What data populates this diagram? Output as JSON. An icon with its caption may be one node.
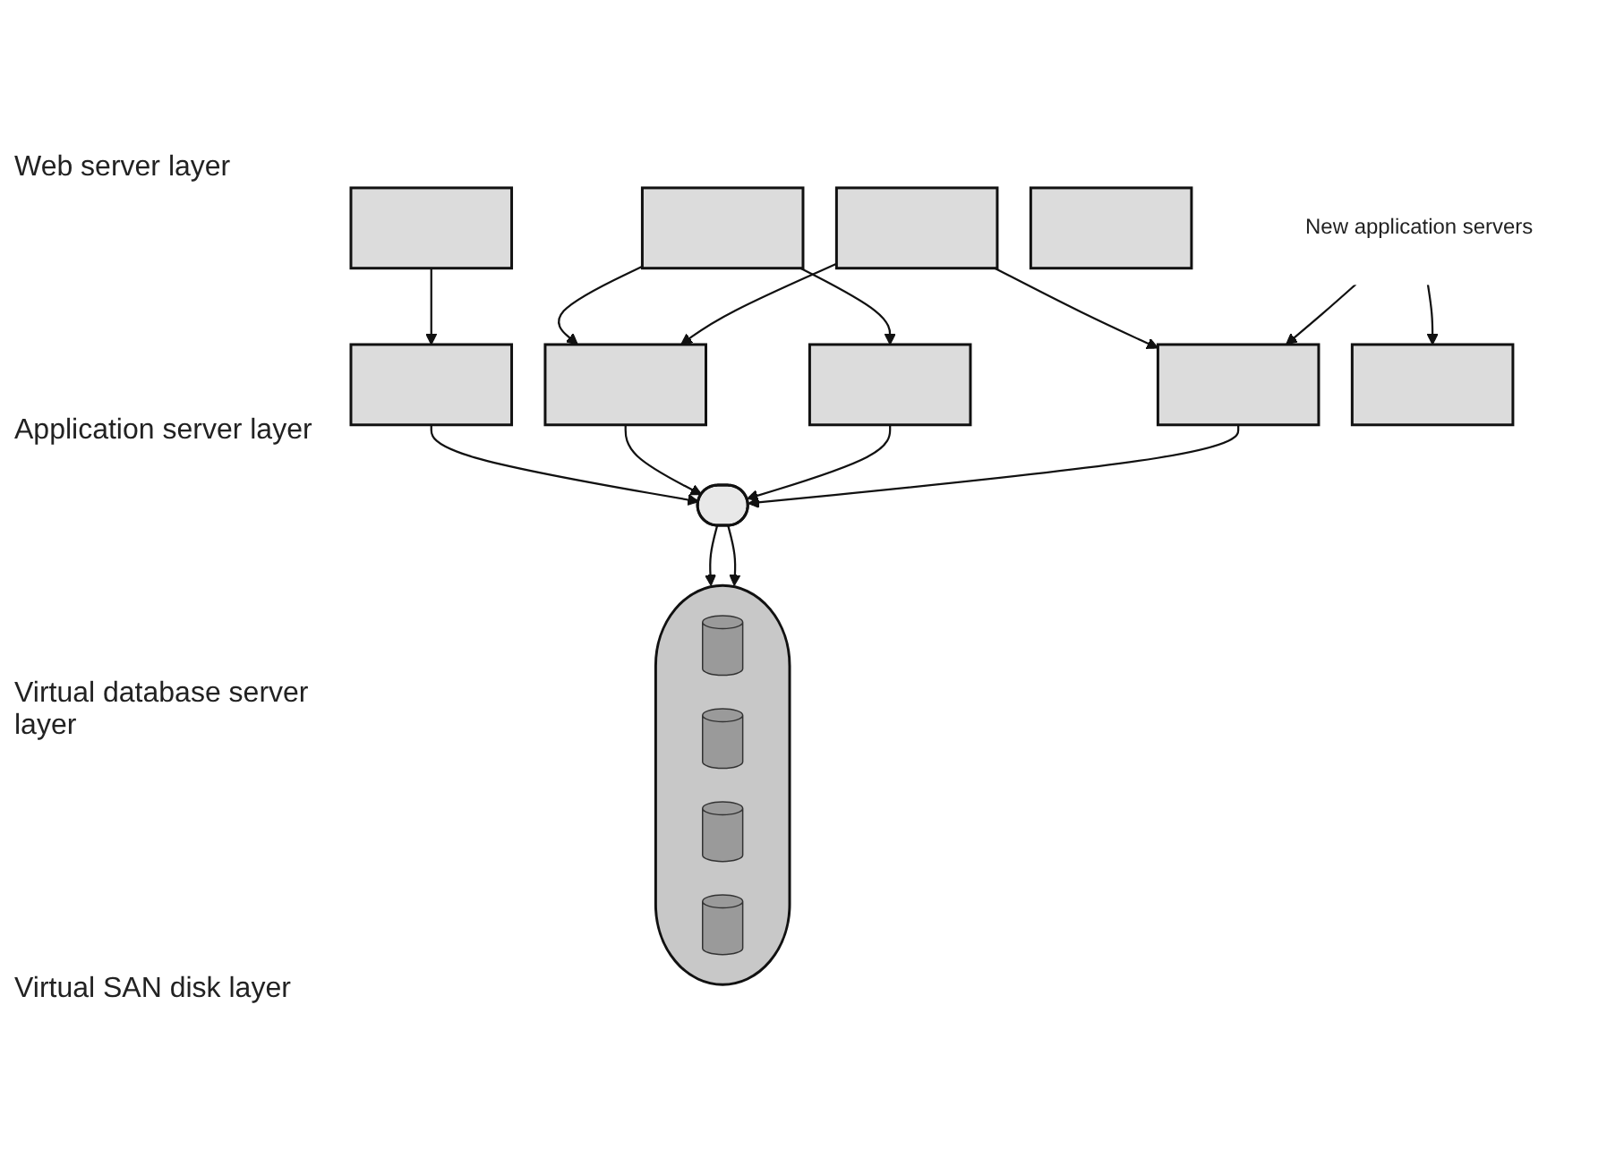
{
  "diagram": {
    "nodes": [
      {
        "text": [],
        "shape": "box"
      },
      {
        "text": [],
        "shape": "box"
      },
      {
        "text": [],
        "shape": "box"
      },
      {
        "text": [],
        "shape": "box"
      },
      {
        "text": [
          "New application servers"
        ]
      },
      {
        "text": [],
        "shape": "box"
      },
      {
        "text": [],
        "shape": "box"
      },
      {
        "text": [],
        "shape": "box"
      },
      {
        "text": [],
        "shape": "box"
      },
      {
        "text": [],
        "shape": "box"
      },
      {
        "text": [],
        "shape": "ellipse"
      },
      {
        "text": [],
        "shape": "ellipse"
      },
      {
        "text": [],
        "shape": "cylinder",
        "in": 11
      },
      {
        "text": [],
        "shape": "cylinder",
        "in": 11
      },
      {
        "text": [],
        "shape": "cylinder",
        "in": 11
      },
      {
        "text": [],
        "shape": "cylinder",
        "in": 11
      }
    ],
    "edges": [
      {
        "from": 0,
        "to": 5,
        "arrow": "to"
      },
      {
        "from": 1,
        "to": 6,
        "arrow": "to"
      },
      {
        "from": 1,
        "to": 7,
        "arrow": "to"
      },
      {
        "from": 2,
        "to": 6,
        "arrow": "to"
      },
      {
        "from": 2,
        "to": 8,
        "arrow": "to"
      },
      {
        "from": 4,
        "to": 8,
        "arrow": "to"
      },
      {
        "from": 4,
        "to": 9,
        "arrow": "to"
      },
      {
        "from": 5,
        "to": 10,
        "arrow": "to"
      },
      {
        "from": 6,
        "to": 10,
        "arrow": "to"
      },
      {
        "from": 7,
        "to": 10,
        "arrow": "to"
      },
      {
        "from": 8,
        "to": 10,
        "arrow": "to"
      },
      {
        "from": 10,
        "to": 11,
        "arrow": "to"
      },
      {
        "from": 10,
        "to": 11,
        "arrow": "to"
      }
    ],
    "labels": [
      "Web server layer",
      "Application server layer",
      "Virtual database server layer",
      "Virtual SAN disk layer"
    ]
  }
}
